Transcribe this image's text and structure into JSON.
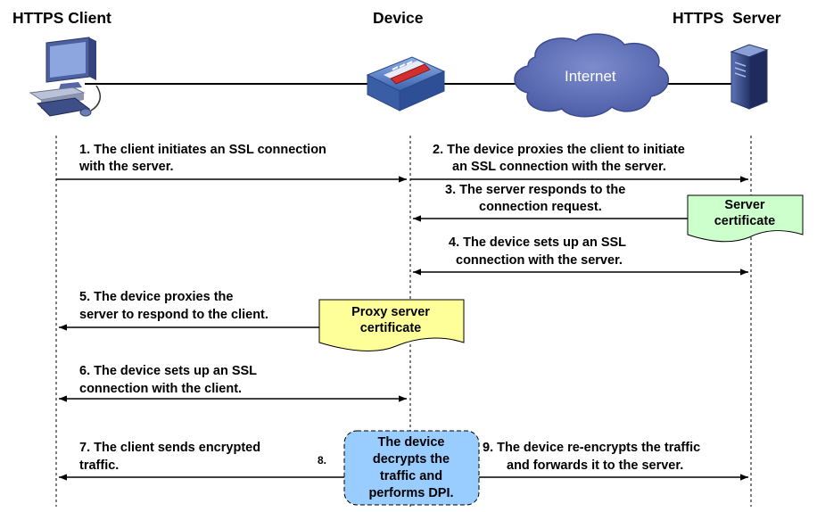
{
  "participants": {
    "client": "HTTPS Client",
    "device": "Device",
    "server": "HTTPS  Server",
    "internet": "Internet"
  },
  "steps": [
    {
      "line1": "1. The client initiates an SSL connection",
      "line2": "with the server."
    },
    {
      "line1": "2. The device proxies the client to initiate",
      "line2": "an SSL connection with the server."
    },
    {
      "line1": "3. The server responds to the",
      "line2": "connection request."
    },
    {
      "line1": "4. The device sets up an SSL",
      "line2": "connection with the server."
    },
    {
      "line1": "5. The device proxies the",
      "line2": "server to respond to the client."
    },
    {
      "line1": "6. The device sets up an SSL",
      "line2": "connection with the client."
    },
    {
      "line1": "7. The client sends encrypted",
      "line2": "traffic."
    },
    {
      "label": "8."
    },
    {
      "line1": "9. The device re-encrypts the traffic",
      "line2": "and forwards it to the server."
    }
  ],
  "documents": {
    "server_cert": {
      "line1": "Server",
      "line2": "certificate",
      "color": "#ccffcc"
    },
    "proxy_cert": {
      "line1": "Proxy server",
      "line2": "certificate",
      "color": "#ffff99"
    }
  },
  "decrypt_box": {
    "lines": [
      "The device",
      "decrypts the",
      "traffic and",
      "performs DPI."
    ],
    "color": "#99ccff"
  },
  "colors": {
    "cloud": "#6172b8",
    "device": "#5b7fc4",
    "server": "#3a4f8c",
    "client": "#5a6fa8"
  }
}
